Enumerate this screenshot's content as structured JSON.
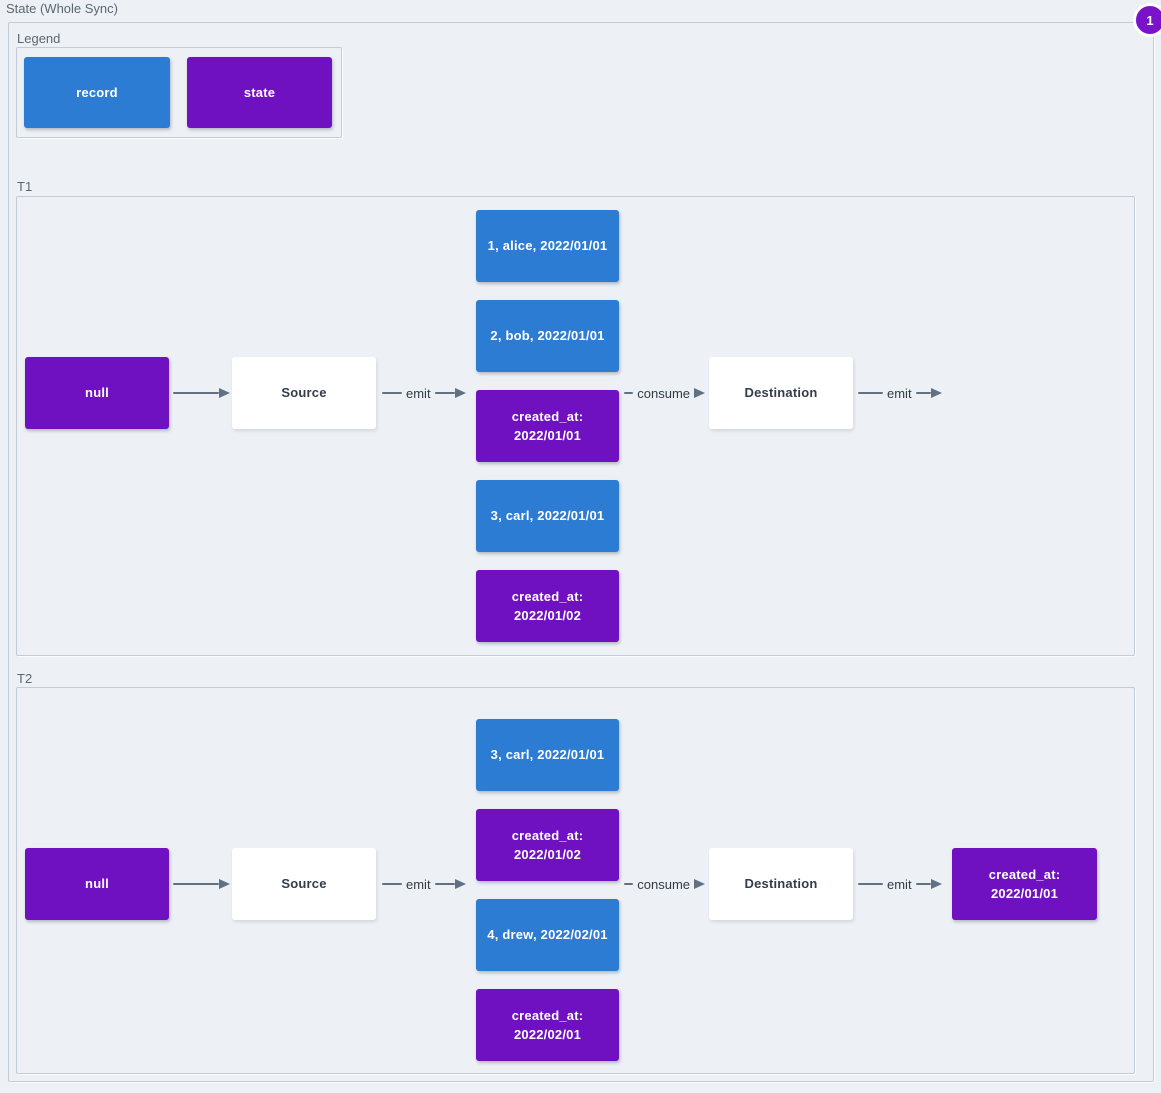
{
  "page": {
    "title": "State (Whole Sync)",
    "badge_count": "1"
  },
  "colors": {
    "record": "#2d7cd4",
    "state": "#6f11c0",
    "badge": "#7a12ca",
    "arrow": "#5f7183",
    "bg": "#edf1f5"
  },
  "legend": {
    "title": "Legend",
    "items": [
      {
        "label": "record",
        "type": "record"
      },
      {
        "label": "state",
        "type": "state"
      }
    ]
  },
  "sections": [
    {
      "label": "T1",
      "nodes": {
        "input": "null",
        "source": "Source",
        "destination": "Destination"
      },
      "links": {
        "emit_source": "emit",
        "consume": "consume",
        "emit_destination": "emit"
      },
      "stack": [
        {
          "text": "1, alice, 2022/01/01",
          "type": "record"
        },
        {
          "text": "2, bob, 2022/01/01",
          "type": "record"
        },
        {
          "text": "created_at:\n2022/01/01",
          "type": "state"
        },
        {
          "text": "3, carl, 2022/01/01",
          "type": "record"
        },
        {
          "text": "created_at:\n2022/01/02",
          "type": "state"
        }
      ],
      "output": null
    },
    {
      "label": "T2",
      "nodes": {
        "input": "null",
        "source": "Source",
        "destination": "Destination"
      },
      "links": {
        "emit_source": "emit",
        "consume": "consume",
        "emit_destination": "emit"
      },
      "stack": [
        {
          "text": "3, carl, 2022/01/01",
          "type": "record"
        },
        {
          "text": "created_at:\n2022/01/02",
          "type": "state"
        },
        {
          "text": "4, drew, 2022/02/01",
          "type": "record"
        },
        {
          "text": "created_at:\n2022/02/01",
          "type": "state"
        }
      ],
      "output": {
        "text": "created_at:\n2022/01/01",
        "type": "state"
      }
    }
  ]
}
